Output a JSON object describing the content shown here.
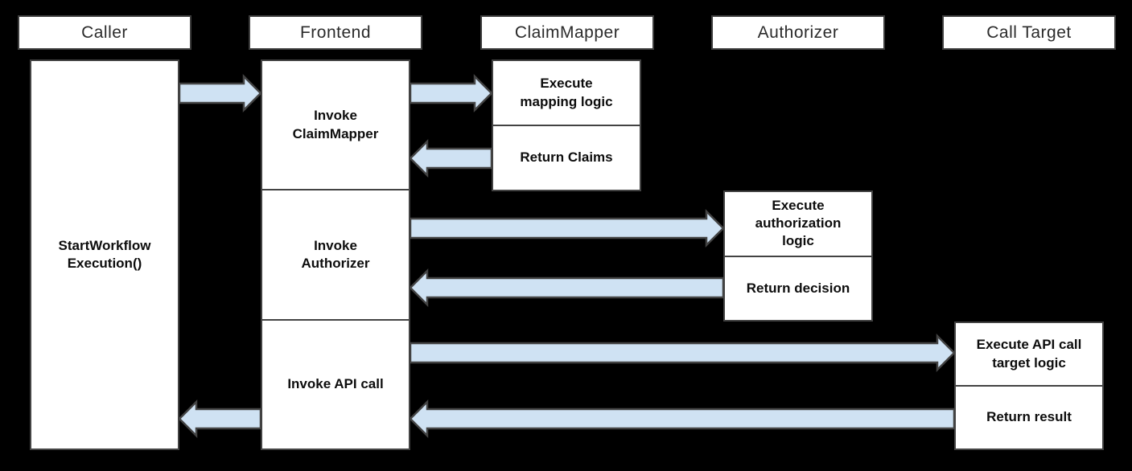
{
  "diagram": {
    "type": "sequence-diagram",
    "colors": {
      "background": "#000000",
      "box_fill": "#ffffff",
      "box_border": "#434343",
      "arrow_fill": "#cfe2f3",
      "arrow_border": "#434343",
      "header_text": "#2b2b2b",
      "body_text": "#0d0d0d"
    },
    "lifelines": [
      {
        "label": "Caller"
      },
      {
        "label": "Frontend"
      },
      {
        "label": "ClaimMapper"
      },
      {
        "label": "Authorizer"
      },
      {
        "label": "Call Target"
      }
    ],
    "caller_activation": {
      "label": "StartWorkflow\nExecution()"
    },
    "frontend_segments": [
      {
        "label": "Invoke\nClaimMapper"
      },
      {
        "label": "Invoke\nAuthorizer"
      },
      {
        "label": "Invoke API call"
      }
    ],
    "claimmapper_boxes": [
      {
        "label": "Execute\nmapping logic"
      },
      {
        "label": "Return Claims"
      }
    ],
    "authorizer_boxes": [
      {
        "label": "Execute\nauthorization\nlogic"
      },
      {
        "label": "Return decision"
      }
    ],
    "calltarget_boxes": [
      {
        "label": "Execute API call\ntarget logic"
      },
      {
        "label": "Return result"
      }
    ],
    "messages": [
      {
        "name": "start-workflow-execution",
        "from": "Caller",
        "to": "Frontend"
      },
      {
        "name": "invoke-claimmapper",
        "from": "Frontend",
        "to": "ClaimMapper"
      },
      {
        "name": "return-claims",
        "from": "ClaimMapper",
        "to": "Frontend"
      },
      {
        "name": "invoke-authorizer",
        "from": "Frontend",
        "to": "Authorizer"
      },
      {
        "name": "return-decision",
        "from": "Authorizer",
        "to": "Frontend"
      },
      {
        "name": "invoke-api-call",
        "from": "Frontend",
        "to": "Call Target"
      },
      {
        "name": "return-result",
        "from": "Call Target",
        "to": "Frontend"
      },
      {
        "name": "return-to-caller",
        "from": "Frontend",
        "to": "Caller"
      }
    ]
  }
}
